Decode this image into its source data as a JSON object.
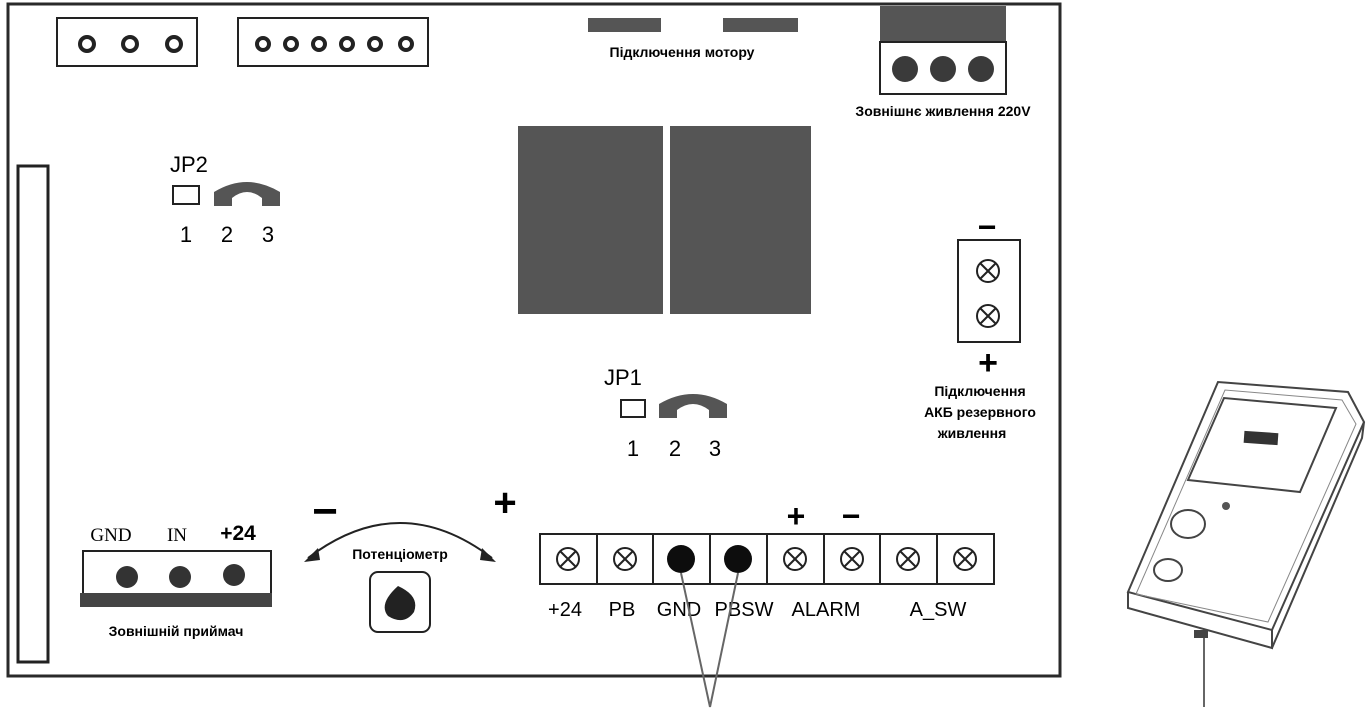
{
  "board": {
    "motor_label": "Підключення мотору",
    "power_label": "Зовнішнє живлення 220V",
    "battery_label_lines": [
      "Підключення",
      "АКБ резервного",
      "живлення"
    ],
    "battery_minus": "−",
    "battery_plus": "+",
    "jp2": {
      "title": "JP2",
      "pins": [
        "1",
        "2",
        "3"
      ]
    },
    "jp1": {
      "title": "JP1",
      "pins": [
        "1",
        "2",
        "3"
      ]
    },
    "receiver": {
      "pin_labels": [
        "GND",
        "IN",
        "+24"
      ],
      "caption": "Зовнішній приймач"
    },
    "potentiometer": {
      "label": "Потенціометр",
      "minus": "−",
      "plus": "+"
    },
    "terminal_block": {
      "labels": [
        "+24",
        "PB",
        "GND",
        "PBSW",
        "ALARM",
        "A_SW"
      ],
      "alarm_plus": "+",
      "alarm_minus": "−"
    }
  },
  "colors": {
    "line": "#222222",
    "relay_fill": "#555555",
    "dark": "#1a1a1a"
  }
}
